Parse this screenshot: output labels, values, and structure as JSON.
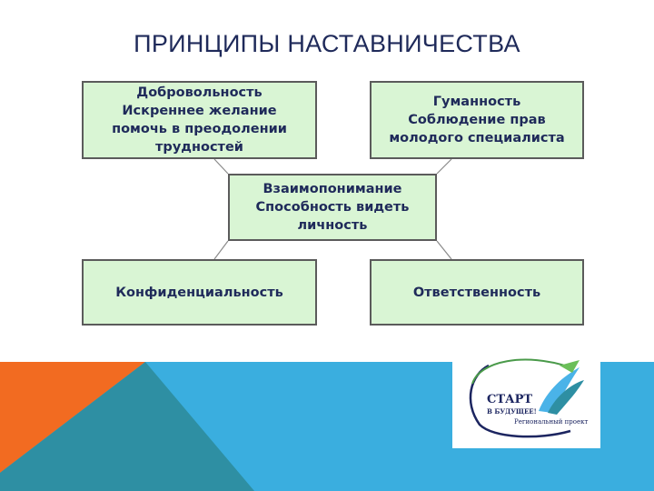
{
  "title": "ПРИНЦИПЫ НАСТАВНИЧЕСТВА",
  "boxes": {
    "voluntary": [
      "Добровольность",
      "Искреннее желание",
      "помочь в преодолении",
      "трудностей"
    ],
    "humanity": [
      "Гуманность",
      "Соблюдение прав",
      "молодого специалиста"
    ],
    "understanding": [
      "Взаимопонимание",
      "Способность видеть",
      "личность"
    ],
    "confidentiality": [
      "Конфиденциальность"
    ],
    "responsibility": [
      "Ответственность"
    ]
  },
  "logo": {
    "line1": "СТАРТ",
    "line2": "В БУДУЩЕЕ!",
    "line3": "Региональный проект"
  },
  "colors": {
    "title": "#1f2a5a",
    "box_fill": "#d9f5d4",
    "box_border": "#5b5b5b",
    "orange": "#f26b21",
    "blue": "#3aaedf",
    "teal": "#2e8fa3"
  }
}
